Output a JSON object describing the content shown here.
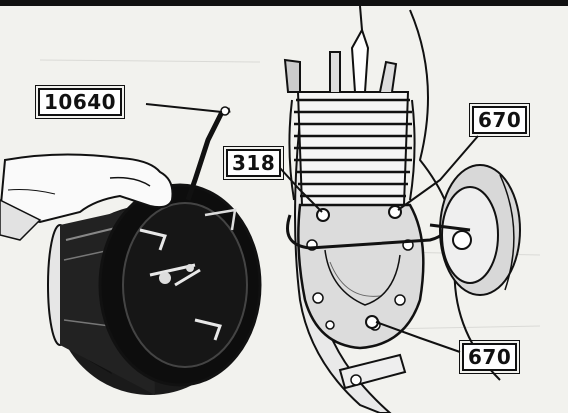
{
  "callouts": {
    "part_10640": "10640",
    "part_318": "318",
    "part_670_upper": "670",
    "part_670_lower": "670"
  },
  "colors": {
    "ink": "#111111",
    "paper": "#f2f2ee"
  }
}
